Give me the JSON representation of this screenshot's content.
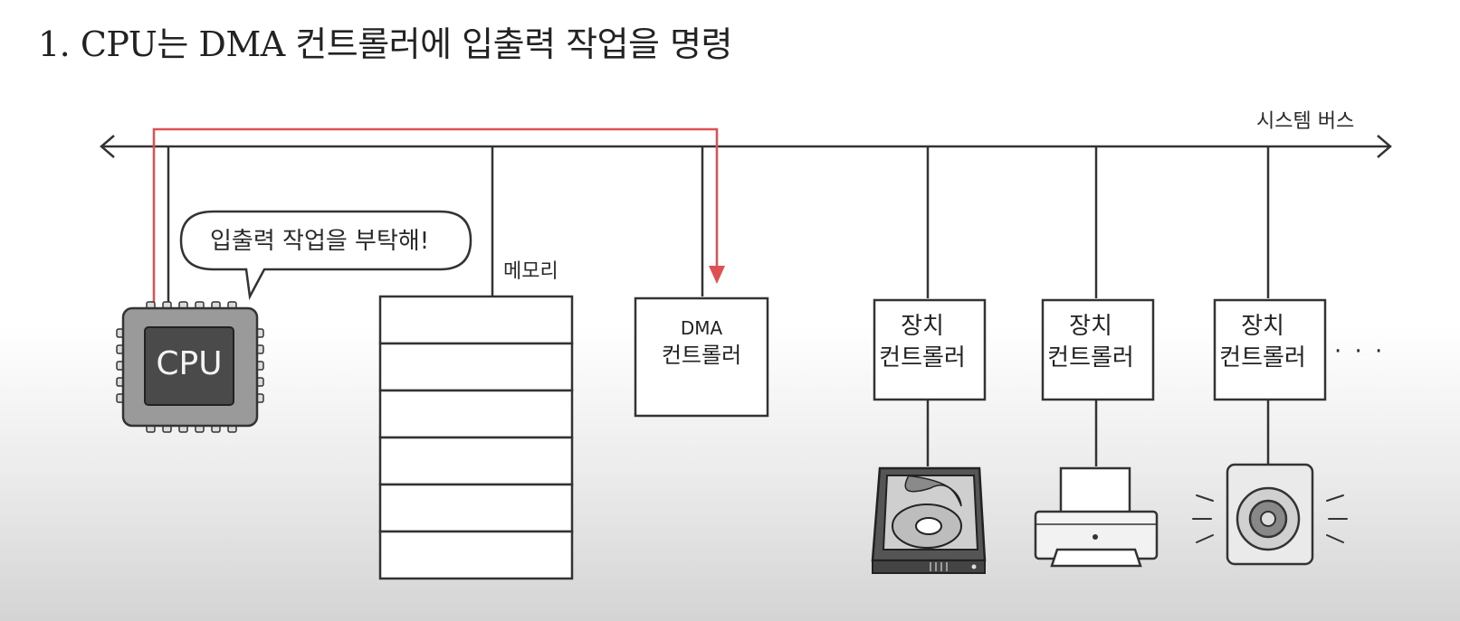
{
  "title": "1. CPU는 DMA 컨트롤러에 입출력 작업을 명령",
  "bus": {
    "label": "시스템 버스"
  },
  "cpu": {
    "label": "CPU",
    "speech": "입출력 작업을 부탁해!"
  },
  "memory": {
    "label": "메모리",
    "cells": 6
  },
  "dma": {
    "line1": "DMA",
    "line2": "컨트롤러"
  },
  "devices": [
    {
      "line1": "장치",
      "line2": "컨트롤러",
      "icon": "hard-disk-icon"
    },
    {
      "line1": "장치",
      "line2": "컨트롤러",
      "icon": "printer-icon"
    },
    {
      "line1": "장치",
      "line2": "컨트롤러",
      "icon": "speaker-icon"
    }
  ],
  "ellipsis": "· · ·",
  "colors": {
    "highlight_path": "#e05050",
    "cpu_body": "#9a9a9a",
    "cpu_core": "#4a4a4a",
    "line": "#333333"
  }
}
